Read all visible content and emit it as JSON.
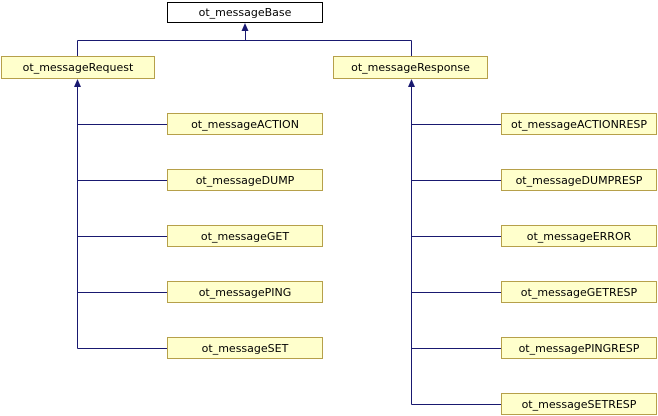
{
  "colors": {
    "edge": "#191970",
    "node_fill": "#ffffcc",
    "node_border": "#b6a04a",
    "root_fill": "#ffffff",
    "root_border": "#000000"
  },
  "root": {
    "label": "ot_messageBase"
  },
  "branches": [
    {
      "label": "ot_messageRequest",
      "children": [
        "ot_messageACTION",
        "ot_messageDUMP",
        "ot_messageGET",
        "ot_messagePING",
        "ot_messageSET"
      ]
    },
    {
      "label": "ot_messageResponse",
      "children": [
        "ot_messageACTIONRESP",
        "ot_messageDUMPRESP",
        "ot_messageERROR",
        "ot_messageGETRESP",
        "ot_messagePINGRESP",
        "ot_messageSETRESP"
      ]
    }
  ]
}
